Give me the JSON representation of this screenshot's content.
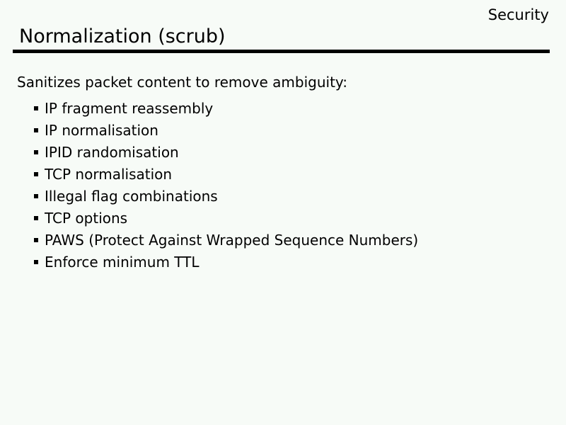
{
  "page": {
    "corner_label": "Security",
    "title": "Normalization (scrub)"
  },
  "content": {
    "intro": "Sanitizes packet content to remove ambiguity:",
    "items": [
      "IP fragment reassembly",
      "IP normalisation",
      "IPID randomisation",
      "TCP normalisation",
      "Illegal flag combinations",
      "TCP options",
      "PAWS (Protect Against Wrapped Sequence Numbers)",
      "Enforce minimum TTL"
    ]
  },
  "colors": {
    "background": "#f7fbf7",
    "text": "#000000",
    "rule": "#000000"
  }
}
